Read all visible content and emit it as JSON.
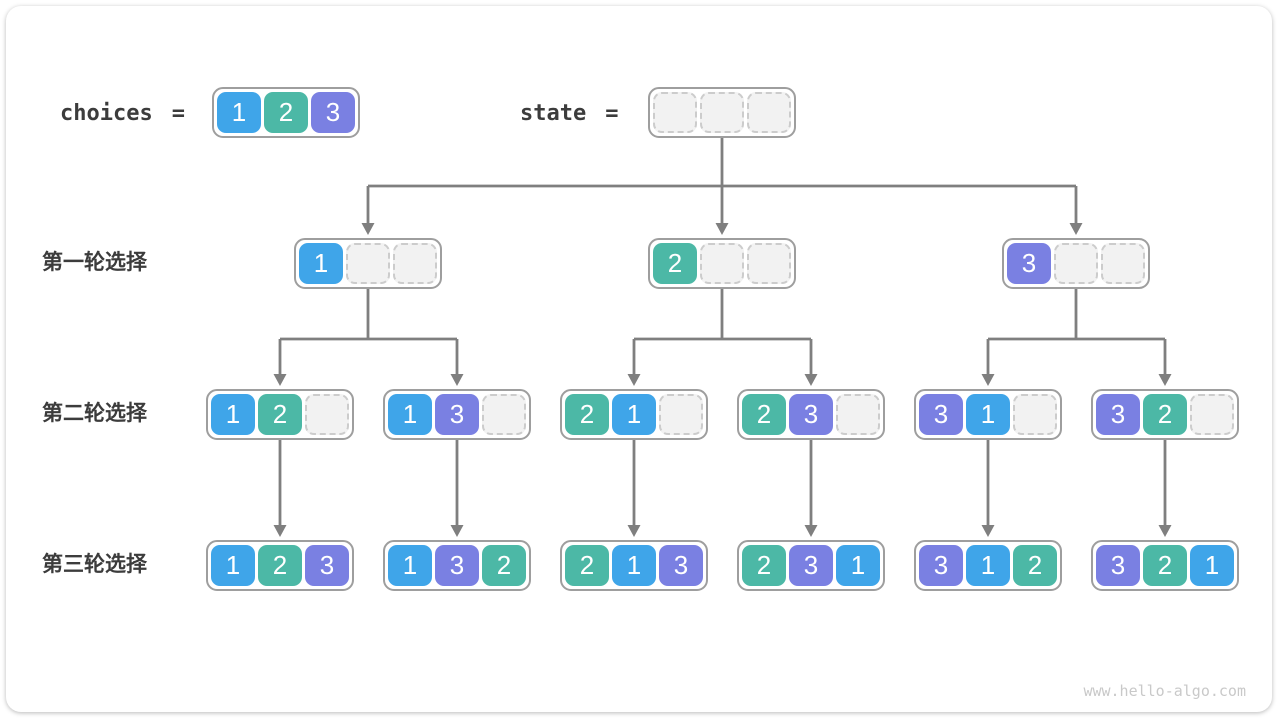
{
  "header": {
    "choices_label": "choices",
    "equals": "=",
    "choices_values": [
      "1",
      "2",
      "3"
    ],
    "state_label": "state",
    "state_values": [
      null,
      null,
      null
    ]
  },
  "levels": [
    {
      "label": "第一轮选择",
      "nodes": [
        [
          "1",
          null,
          null
        ],
        [
          "2",
          null,
          null
        ],
        [
          "3",
          null,
          null
        ]
      ]
    },
    {
      "label": "第二轮选择",
      "nodes": [
        [
          "1",
          "2",
          null
        ],
        [
          "1",
          "3",
          null
        ],
        [
          "2",
          "1",
          null
        ],
        [
          "2",
          "3",
          null
        ],
        [
          "3",
          "1",
          null
        ],
        [
          "3",
          "2",
          null
        ]
      ]
    },
    {
      "label": "第三轮选择",
      "nodes": [
        [
          "1",
          "2",
          "3"
        ],
        [
          "1",
          "3",
          "2"
        ],
        [
          "2",
          "1",
          "3"
        ],
        [
          "2",
          "3",
          "1"
        ],
        [
          "3",
          "1",
          "2"
        ],
        [
          "3",
          "2",
          "1"
        ]
      ]
    }
  ],
  "colors": {
    "value_1": "#3fa5e9",
    "value_2": "#4cb8a6",
    "value_3": "#7a80e2",
    "empty_fill": "#f2f2f2",
    "empty_dash": "#cccccc",
    "box_border": "#9e9e9e",
    "connector": "#7f7f7f",
    "text_dark": "#3c3c3c",
    "watermark": "#c9c9c9"
  },
  "footer": {
    "watermark": "www.hello-algo.com"
  }
}
